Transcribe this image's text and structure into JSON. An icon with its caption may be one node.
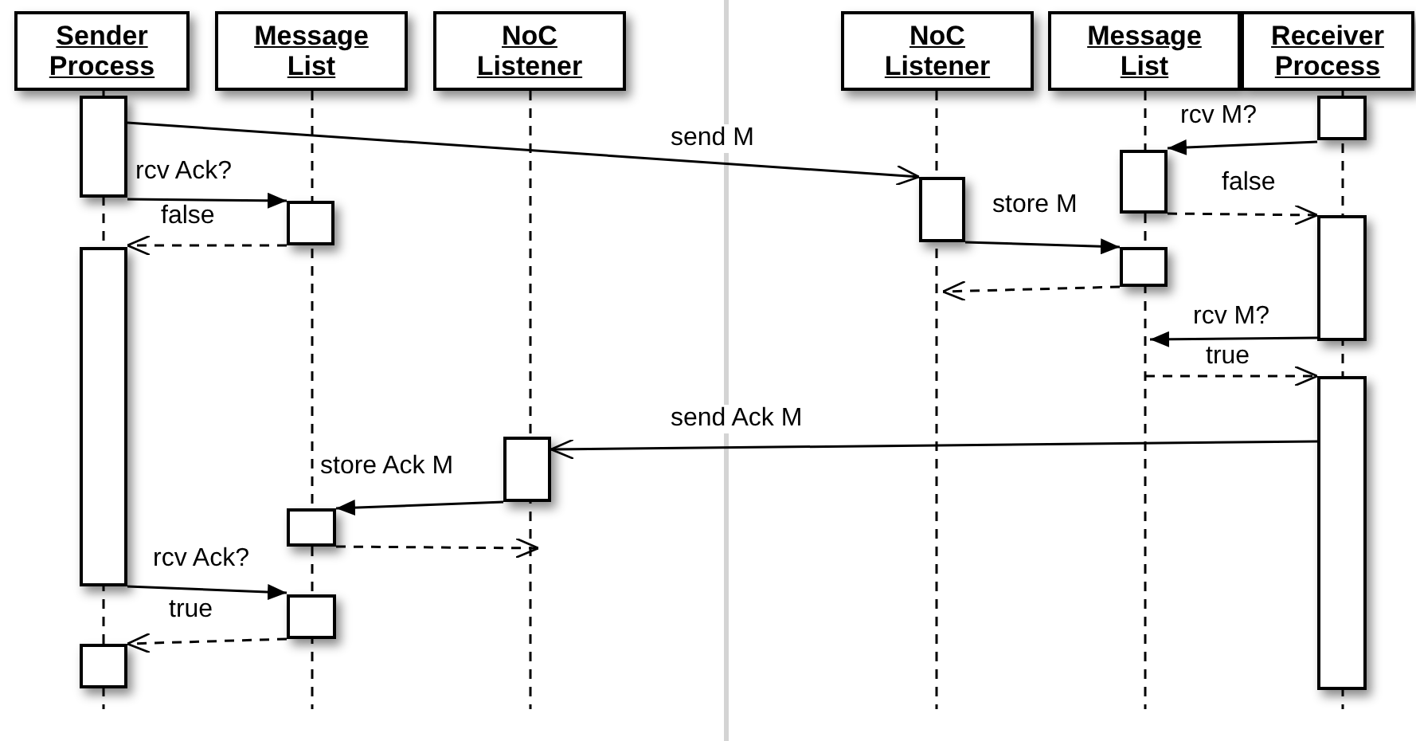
{
  "diagram": {
    "nodes": [
      {
        "text": [
          "Sender Process"
        ]
      },
      {
        "text": [
          "Message List"
        ]
      },
      {
        "text": [
          "NoC Listener"
        ]
      },
      {
        "text": [
          "NoC Listener"
        ]
      },
      {
        "text": [
          "Message List"
        ]
      },
      {
        "text": [
          "Receiver Process"
        ]
      },
      {
        "text": [],
        "shape": "box"
      },
      {
        "text": [],
        "shape": "box"
      },
      {
        "text": [],
        "shape": "box"
      },
      {
        "text": [],
        "shape": "box"
      },
      {
        "text": [],
        "shape": "box"
      },
      {
        "text": [],
        "shape": "box"
      },
      {
        "text": [],
        "shape": "box"
      },
      {
        "text": [],
        "shape": "box"
      },
      {
        "text": [],
        "shape": "box"
      },
      {
        "text": [],
        "shape": "box"
      },
      {
        "text": [],
        "shape": "box"
      },
      {
        "text": [],
        "shape": "box"
      },
      {
        "text": [],
        "shape": "box"
      }
    ],
    "edges": [
      {
        "from": 6,
        "to": 9,
        "arrow": "to",
        "label": "send M"
      },
      {
        "from": 6,
        "to": 10,
        "arrow": "to",
        "label": "rcv Ack?"
      },
      {
        "from": 10,
        "to": 12,
        "arrow": "to",
        "label": "false",
        "style": "dashed"
      },
      {
        "from": 7,
        "to": 8,
        "arrow": "to",
        "label": "rcv M?"
      },
      {
        "from": 8,
        "to": 11,
        "arrow": "to",
        "label": "false",
        "style": "dashed"
      },
      {
        "from": 9,
        "to": 13,
        "arrow": "to",
        "label": "store M"
      },
      {
        "from": 13,
        "to": null,
        "arrow": "to",
        "style": "dashed"
      },
      {
        "from": 11,
        "to": null,
        "arrow": "to",
        "label": "rcv M?"
      },
      {
        "from": null,
        "to": 14,
        "arrow": "to",
        "label": "true",
        "style": "dashed"
      },
      {
        "from": 14,
        "to": 15,
        "arrow": "to",
        "label": "send Ack M"
      },
      {
        "from": 15,
        "to": 16,
        "arrow": "to",
        "label": "store Ack M"
      },
      {
        "from": 16,
        "to": null,
        "arrow": "to",
        "style": "dashed"
      },
      {
        "from": 12,
        "to": 17,
        "arrow": "to",
        "label": "rcv Ack?"
      },
      {
        "from": 17,
        "to": 18,
        "arrow": "to",
        "label": "true",
        "style": "dashed"
      }
    ]
  }
}
